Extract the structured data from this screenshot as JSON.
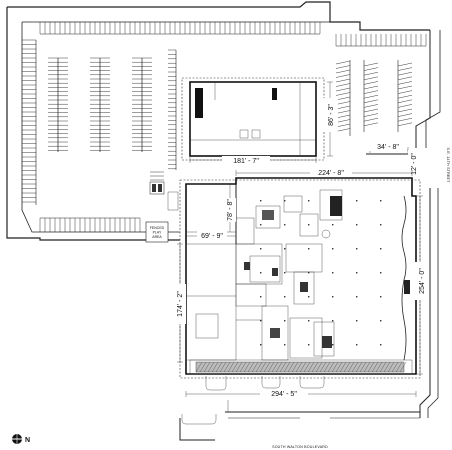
{
  "dimensions": {
    "d1": "181' - 7\"",
    "d2": "86' - 3\"",
    "d3": "34' - 8\"",
    "d4": "224' - 8\"",
    "d5": "12' - 0\"",
    "d6": "78' - 8\"",
    "d7": "69' - 9\"",
    "d8": "174' - 2\"",
    "d9": "254' - 0\"",
    "d10": "294' - 5\""
  },
  "labels": {
    "fenced_play_area": [
      "FENCED",
      "PLAY",
      "AREA"
    ],
    "street_bottom": "SOUTH WALTON BOULEVARD",
    "street_right": "S.E. 14TH STREET",
    "north": "N"
  }
}
